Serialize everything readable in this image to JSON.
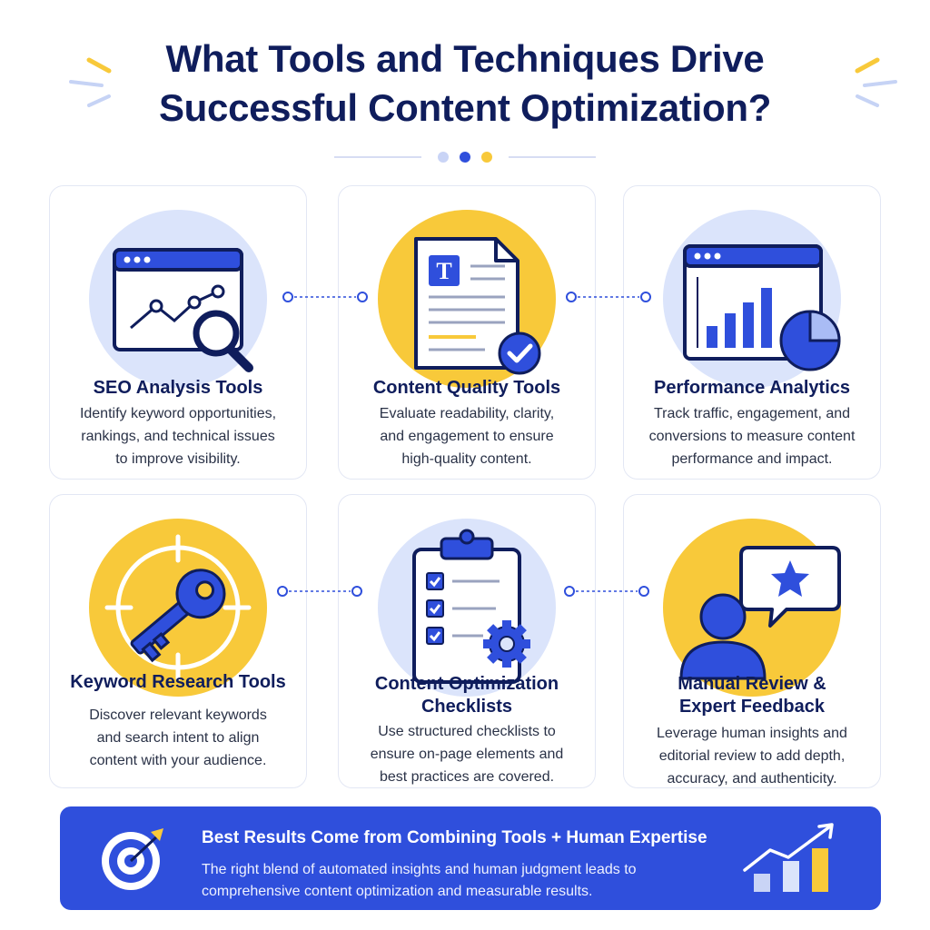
{
  "title": {
    "line1": "What Tools and Techniques Drive",
    "line2": "Successful Content Optimization?"
  },
  "colors": {
    "navy": "#0f1d5c",
    "blue": "#2f4fdc",
    "yellow": "#f8c93a",
    "light_blue": "#dbe4fb"
  },
  "cards": [
    {
      "icon": "seo-browser-chart-magnifier-icon",
      "title": "SEO Analysis Tools",
      "desc_lines": [
        "Identify keyword opportunities,",
        "rankings, and technical issues",
        "to improve visibility."
      ]
    },
    {
      "icon": "document-checkmark-icon",
      "title": "Content Quality Tools",
      "desc_lines": [
        "Evaluate readability, clarity,",
        "and engagement to ensure",
        "high-quality content."
      ]
    },
    {
      "icon": "analytics-bar-pie-chart-icon",
      "title": "Performance Analytics",
      "desc_lines": [
        "Track traffic, engagement, and",
        "conversions to measure content",
        "performance and impact."
      ]
    },
    {
      "icon": "key-target-icon",
      "title": "Keyword Research Tools",
      "desc_lines": [
        "Discover relevant keywords",
        "and search intent to align",
        "content with your audience."
      ]
    },
    {
      "icon": "clipboard-checklist-gear-icon",
      "title_lines": [
        "Content Optimization",
        "Checklists"
      ],
      "desc_lines": [
        "Use structured checklists to",
        "ensure on-page elements and",
        "best practices are covered."
      ]
    },
    {
      "icon": "person-star-feedback-icon",
      "title_lines": [
        "Manual Review &",
        "Expert Feedback"
      ],
      "desc_lines": [
        "Leverage human insights and",
        "editorial review to add depth,",
        "accuracy, and authenticity."
      ]
    }
  ],
  "banner": {
    "title": "Best Results Come from Combining Tools + Human Expertise",
    "line1": "The right blend of automated insights and human judgment leads to",
    "line2": "comprehensive content optimization and measurable results.",
    "left_icon": "target-arrow-icon",
    "right_icon": "growth-chart-icon"
  }
}
